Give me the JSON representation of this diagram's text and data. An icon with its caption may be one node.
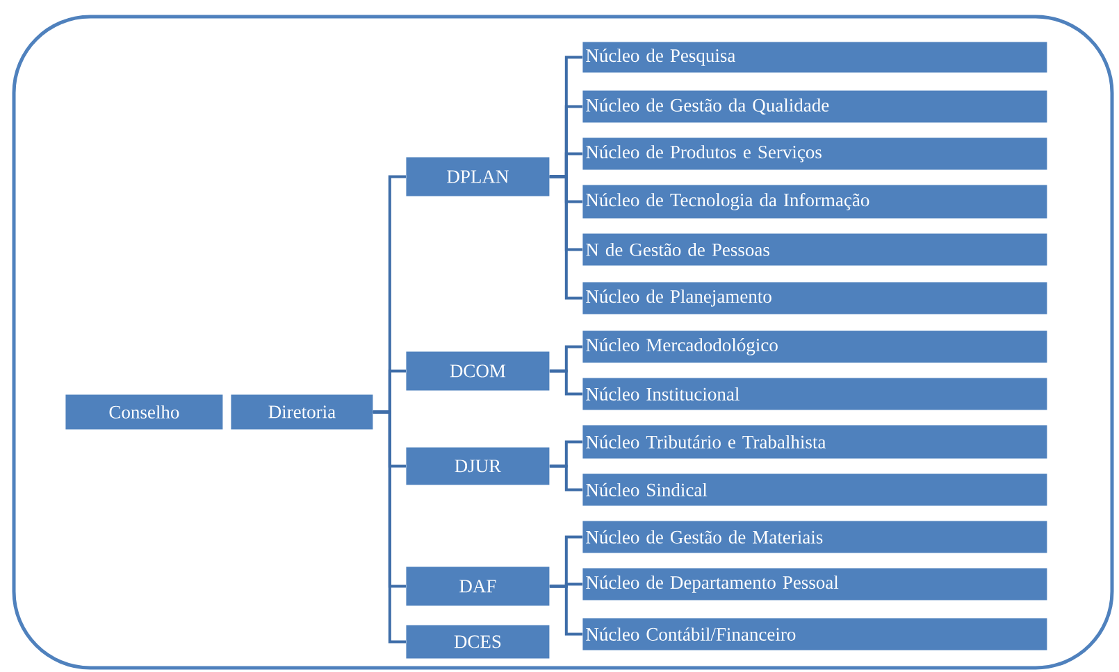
{
  "diagram": {
    "nodes": [
      {
        "text": [
          "Conselho"
        ]
      },
      {
        "text": [
          "Diretoria"
        ]
      },
      {
        "text": [
          "DPLAN"
        ]
      },
      {
        "text": [
          "Núcleo de Pesquisa"
        ]
      },
      {
        "text": [
          "Núcleo de Gestão da Qualidade"
        ]
      },
      {
        "text": [
          "Núcleo de Produtos e Serviços"
        ]
      },
      {
        "text": [
          "Núcleo de Tecnologia da Informação"
        ]
      },
      {
        "text": [
          "N de Gestão de Pessoas"
        ]
      },
      {
        "text": [
          "Núcleo de Planejamento"
        ]
      },
      {
        "text": [
          "DCOM"
        ]
      },
      {
        "text": [
          "Núcleo Mercadodológico"
        ]
      },
      {
        "text": [
          "Núcleo Institucional"
        ]
      },
      {
        "text": [
          "DJUR"
        ]
      },
      {
        "text": [
          "Núcleo Tributário e Trabalhista"
        ]
      },
      {
        "text": [
          "Núcleo Sindical"
        ]
      },
      {
        "text": [
          "DAF"
        ]
      },
      {
        "text": [
          "Núcleo de Gestão de Materiais"
        ]
      },
      {
        "text": [
          "Núcleo de Departamento Pessoal"
        ]
      },
      {
        "text": [
          "Núcleo Contábil/Financeiro"
        ]
      },
      {
        "text": [
          "DCES"
        ]
      }
    ],
    "edges": [
      {
        "from": 1,
        "to": 2,
        "arrow": "none"
      },
      {
        "from": 1,
        "to": 9,
        "arrow": "none"
      },
      {
        "from": 1,
        "to": 12,
        "arrow": "none"
      },
      {
        "from": 1,
        "to": 15,
        "arrow": "none"
      },
      {
        "from": 1,
        "to": 19,
        "arrow": "none"
      },
      {
        "from": 2,
        "to": 3,
        "arrow": "none"
      },
      {
        "from": 2,
        "to": 4,
        "arrow": "none"
      },
      {
        "from": 2,
        "to": 5,
        "arrow": "none"
      },
      {
        "from": 2,
        "to": 6,
        "arrow": "none"
      },
      {
        "from": 2,
        "to": 7,
        "arrow": "none"
      },
      {
        "from": 2,
        "to": 8,
        "arrow": "none"
      },
      {
        "from": 9,
        "to": 10,
        "arrow": "none"
      },
      {
        "from": 9,
        "to": 11,
        "arrow": "none"
      },
      {
        "from": 12,
        "to": 13,
        "arrow": "none"
      },
      {
        "from": 12,
        "to": 14,
        "arrow": "none"
      },
      {
        "from": 15,
        "to": 16,
        "arrow": "none"
      },
      {
        "from": 15,
        "to": 17,
        "arrow": "none"
      },
      {
        "from": 15,
        "to": 18,
        "arrow": "none"
      }
    ]
  }
}
